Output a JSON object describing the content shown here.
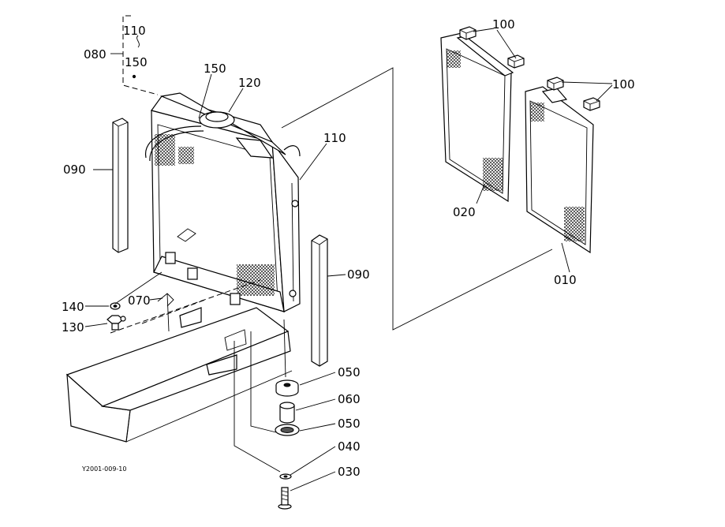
{
  "figure_code": "Y2001-009-10",
  "labels": {
    "p010": "010",
    "p020": "020",
    "p030": "030",
    "p040": "040",
    "p050a": "050",
    "p050b": "050",
    "p060": "060",
    "p070": "070",
    "p080": "080",
    "p090a": "090",
    "p090b": "090",
    "p100a": "100",
    "p100b": "100",
    "p110a": "110",
    "p110b": "110",
    "p120": "120",
    "p130": "130",
    "p140": "140",
    "p150a": "150",
    "p150b": "150"
  }
}
